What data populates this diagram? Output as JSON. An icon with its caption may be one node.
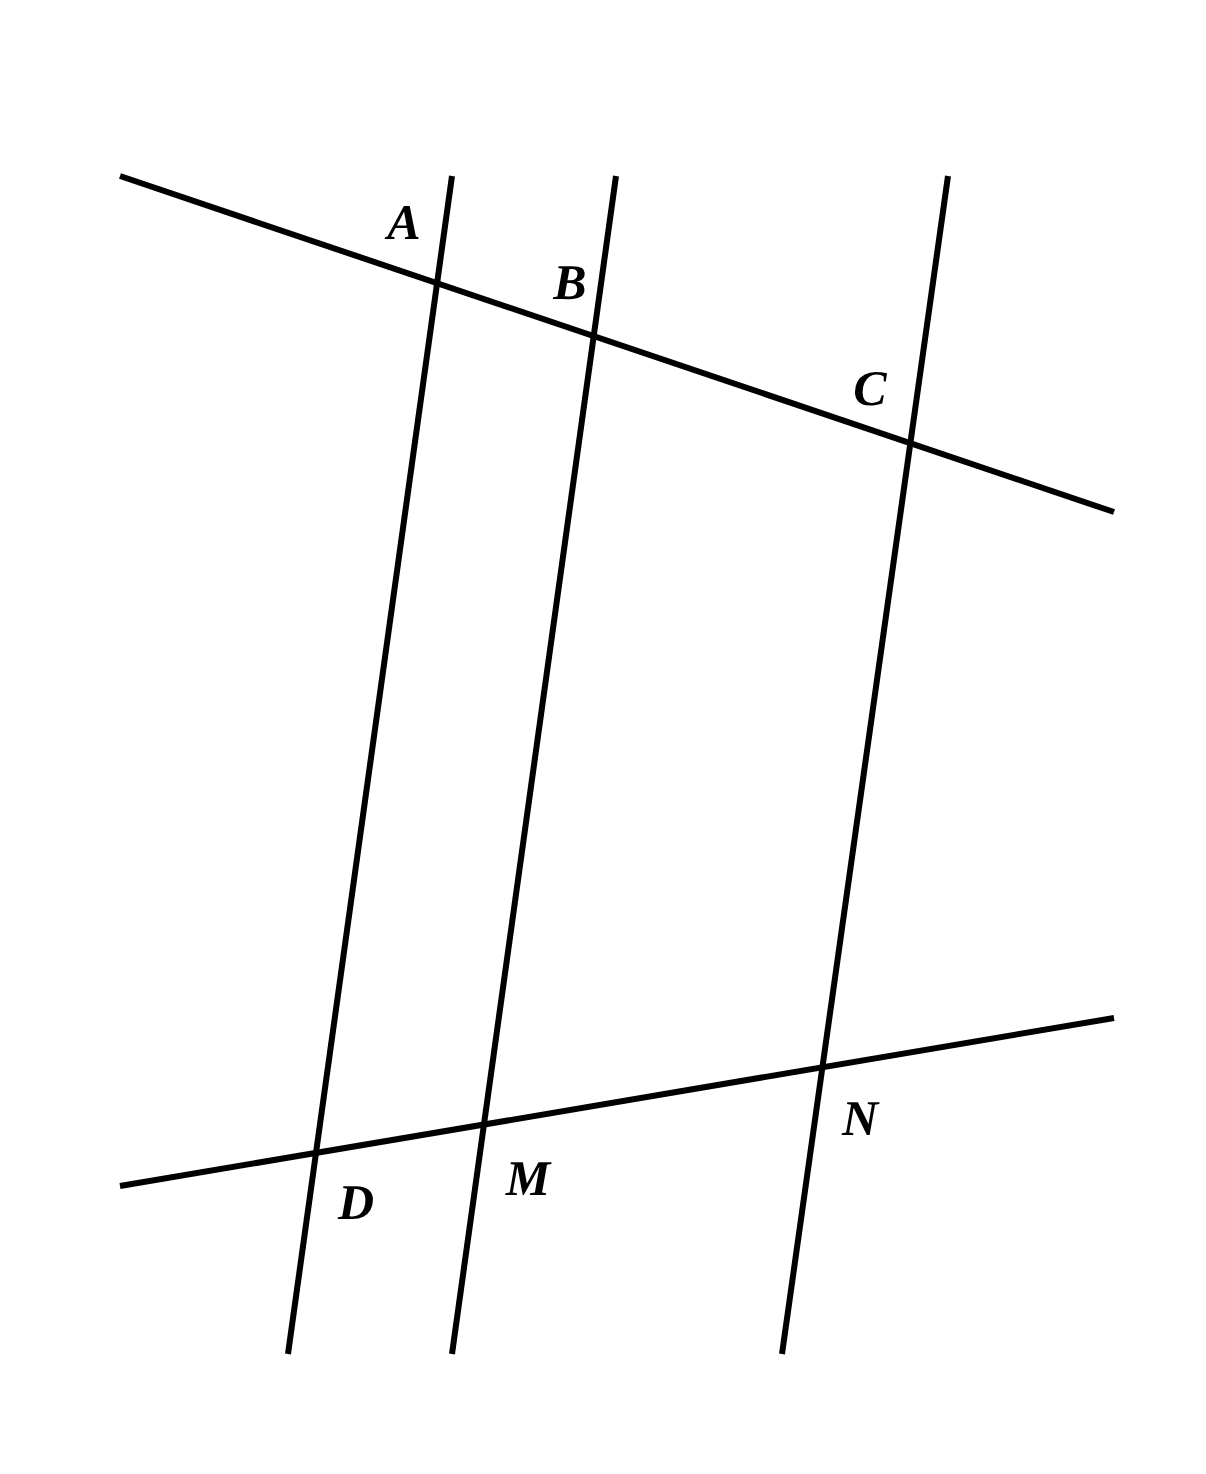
{
  "diagram": {
    "labels": [
      "A",
      "B",
      "C",
      "D",
      "M",
      "N"
    ]
  }
}
